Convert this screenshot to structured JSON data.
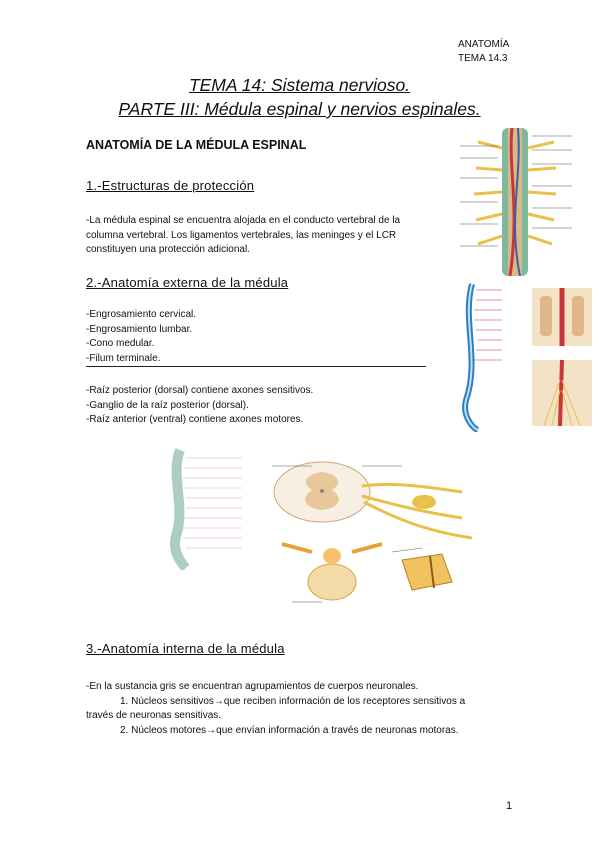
{
  "header": {
    "line1": "ANATOMÍA",
    "line2": "TEMA 14.3"
  },
  "title": {
    "line1": "TEMA 14: Sistema nervioso.",
    "line2": "PARTE III: Médula espinal y nervios espinales."
  },
  "main_heading": "ANATOMÍA DE LA MÉDULA ESPINAL",
  "section1": {
    "heading": "1.-Estructuras de protección",
    "lines": [
      "-La médula espinal se encuentra alojada en el conducto vertebral de la",
      "columna vertebral. Los ligamentos vertebrales, las meninges y el LCR",
      "constituyen una protección adicional."
    ]
  },
  "section2": {
    "heading": "2.-Anatomía externa de la médula",
    "list_a": [
      "-Engrosamiento cervical.",
      "-Engrosamiento lumbar.",
      "-Cono medular.",
      "-Filum terminale."
    ],
    "list_b": [
      "-Raíz posterior (dorsal) contiene axones sensitivos.",
      "-Ganglio de la raíz posterior (dorsal).",
      "-Raíz anterior (ventral) contiene axones motores."
    ]
  },
  "section3": {
    "heading": "3.-Anatomía interna de la médula",
    "intro": "-En la sustancia gris se encuentran agrupamientos de cuerpos neuronales.",
    "item1_a": "1. Núcleos sensitivos→que reciben información de los receptores sensitivos a",
    "item1_b": "través de neuronas sensitivas.",
    "item2": "2. Núcleos motores→que envían información a través de neuronas motoras."
  },
  "page_number": "1",
  "colors": {
    "cord_green": "#7fb89a",
    "nerve_yellow": "#e8c04a",
    "vessel_red": "#c8363a",
    "bone": "#e9d9b0",
    "gray_matter": "#f3e6c8"
  }
}
